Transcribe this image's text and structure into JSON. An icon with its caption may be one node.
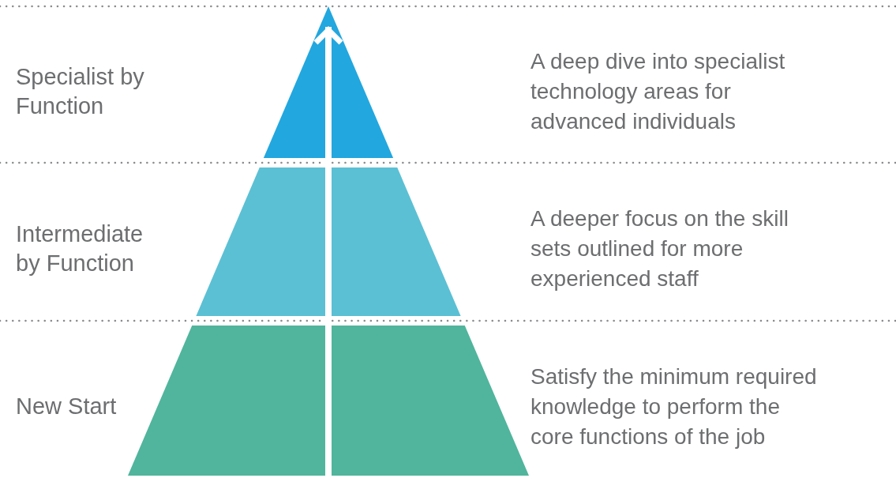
{
  "diagram": {
    "labels": [
      "Specialist by Function",
      "A deep dive into specialist technology areas for advanced individuals",
      "Intermediate by Function",
      "A deeper focus on the skill sets outlined for more experienced staff",
      "New Start",
      "Satisfy the minimum required knowledge to perform the core functions of the job"
    ]
  }
}
